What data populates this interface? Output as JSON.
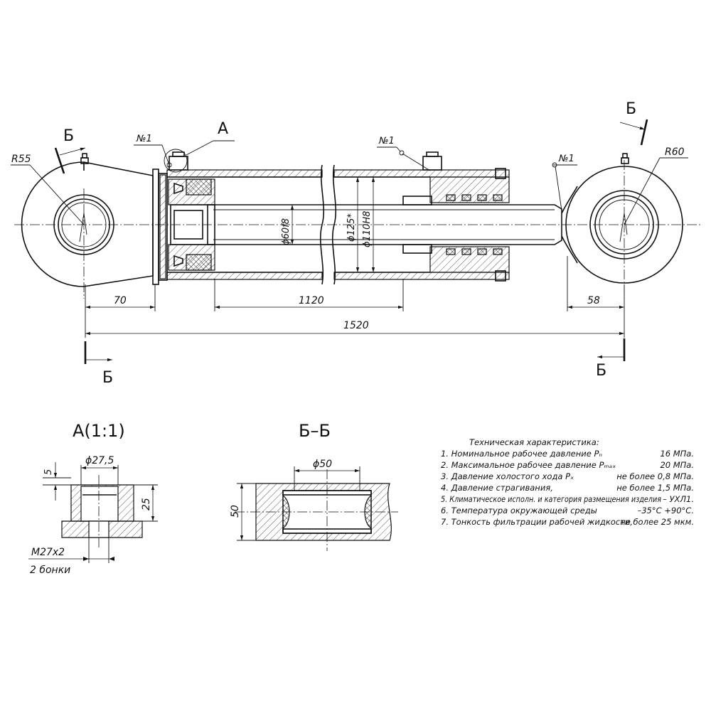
{
  "section_letter": "Б",
  "detail_letter": "A",
  "note_mark": "№1",
  "radius_left": "R55",
  "radius_right": "R60",
  "rod_diameter": "ϕ60f8",
  "piston_diameter": "ϕ125*",
  "bore_diameter": "ϕ110H8",
  "dim_70": "70",
  "dim_1120": "1120",
  "dim_58": "58",
  "dim_1520": "1520",
  "detail": {
    "title": "A(1:1)",
    "diameter": "ϕ27,5",
    "dim_5": "5",
    "dim_25": "25",
    "thread": "M27x2",
    "thread_note": "2 бонки"
  },
  "section": {
    "title": "Б–Б",
    "diameter": "ϕ50",
    "height": "50"
  },
  "specs": {
    "title": "Техническая характеристика:",
    "rows": [
      {
        "label": "1. Номинальное рабочее давление   Pₙ",
        "value": "16 МПа."
      },
      {
        "label": "2. Максимальное рабочее давление Pₘₐₓ",
        "value": "20 МПа."
      },
      {
        "label": "3. Давление холостого хода Pₓ",
        "value": "не более 0,8 МПа."
      },
      {
        "label": "4. Давление страгивания,",
        "value": "не более 1,5 МПа."
      },
      {
        "label": "5. Климатическое исполн. и категория размещения изделия",
        "value": "– УХЛ1."
      },
      {
        "label": "6. Температура окружающей среды",
        "value": "–35°С +90°С."
      },
      {
        "label": "7. Тонкость фильтрации рабочей жидкости,",
        "value": "не более 25 мкм."
      }
    ]
  }
}
